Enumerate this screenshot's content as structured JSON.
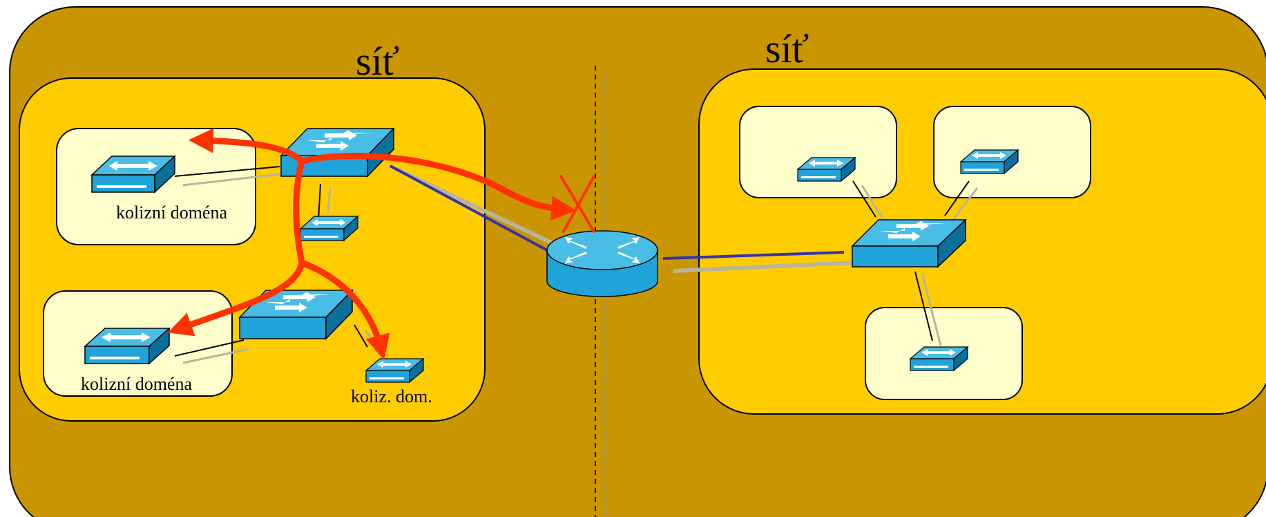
{
  "colors": {
    "outer_fill": "#c99500",
    "network_fill": "#ffcc00",
    "domain_fill": "#ffffcc",
    "device": "#1fa3d8",
    "device_top": "#48bde6",
    "device_side": "#0a6f9a",
    "flow": "#ff3300",
    "link_blue": "#3333aa",
    "divider": "#000000"
  },
  "networks": {
    "left": {
      "label": "síť"
    },
    "right": {
      "label": "síť"
    }
  },
  "domains": {
    "top_left": {
      "label": "kolizní doména"
    },
    "bottom_left": {
      "label": "kolizní doména"
    },
    "small": {
      "label": "koliz. dom."
    }
  },
  "devices": [
    {
      "name": "main-switch-left",
      "kind": "switch"
    },
    {
      "name": "lower-switch-left",
      "kind": "switch"
    },
    {
      "name": "hub-top-left",
      "kind": "hub"
    },
    {
      "name": "hub-bottom-left",
      "kind": "hub"
    },
    {
      "name": "hub-middle-left",
      "kind": "hub"
    },
    {
      "name": "hub-small-left",
      "kind": "hub"
    },
    {
      "name": "router",
      "kind": "router"
    },
    {
      "name": "switch-right",
      "kind": "switch"
    },
    {
      "name": "hub-right-1",
      "kind": "hub"
    },
    {
      "name": "hub-right-2",
      "kind": "hub"
    },
    {
      "name": "hub-right-3",
      "kind": "hub"
    }
  ],
  "broadcast_blocked": true
}
